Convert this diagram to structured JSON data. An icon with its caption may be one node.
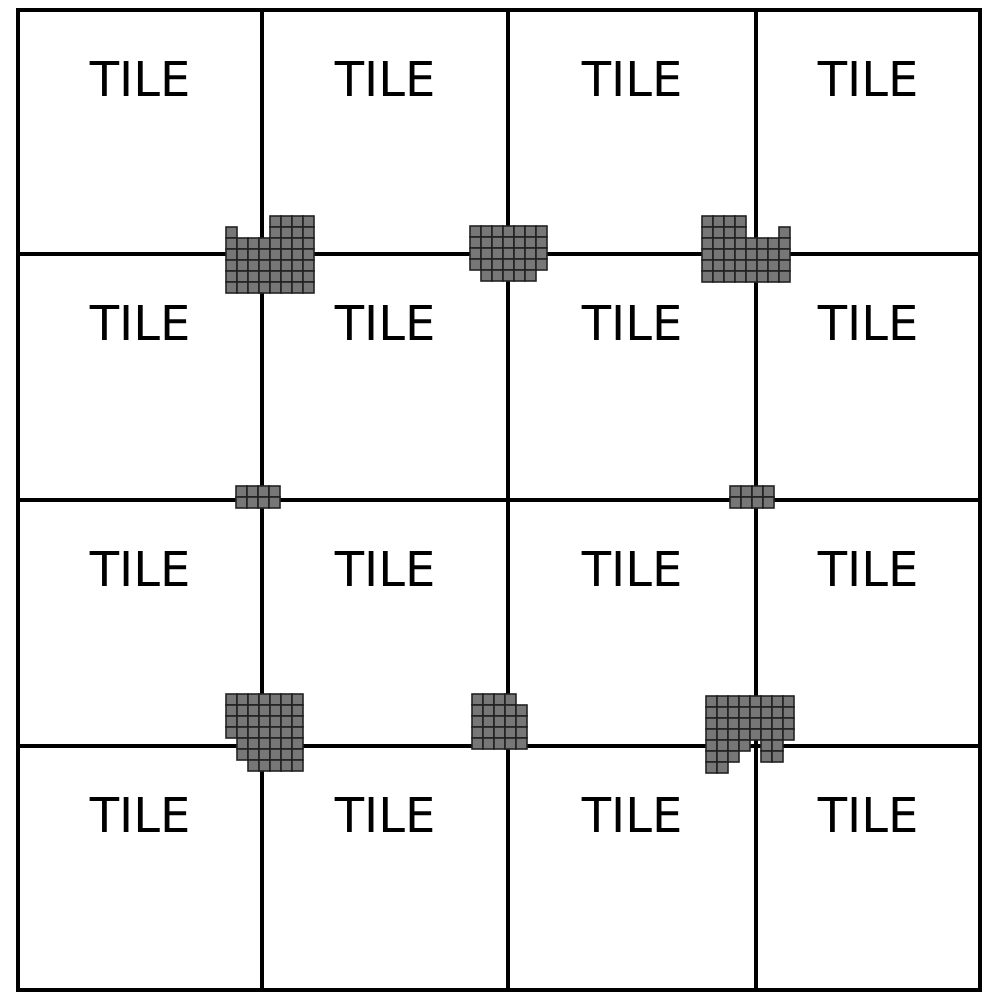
{
  "diagram": {
    "nodes": [
      {
        "text": [
          "TILE"
        ]
      },
      {
        "text": [
          "TILE"
        ]
      },
      {
        "text": [
          "TILE"
        ]
      },
      {
        "text": [
          "TILE"
        ]
      },
      {
        "text": [
          "TILE"
        ]
      },
      {
        "text": [
          "TILE"
        ]
      },
      {
        "text": [
          "TILE"
        ]
      },
      {
        "text": [
          "TILE"
        ]
      },
      {
        "text": [
          "TILE"
        ]
      },
      {
        "text": [
          "TILE"
        ]
      },
      {
        "text": [
          "TILE"
        ]
      },
      {
        "text": [
          "TILE"
        ]
      },
      {
        "text": [
          "TILE"
        ]
      },
      {
        "text": [
          "TILE"
        ]
      },
      {
        "text": [
          "TILE"
        ]
      },
      {
        "text": [
          "TILE"
        ]
      }
    ]
  }
}
